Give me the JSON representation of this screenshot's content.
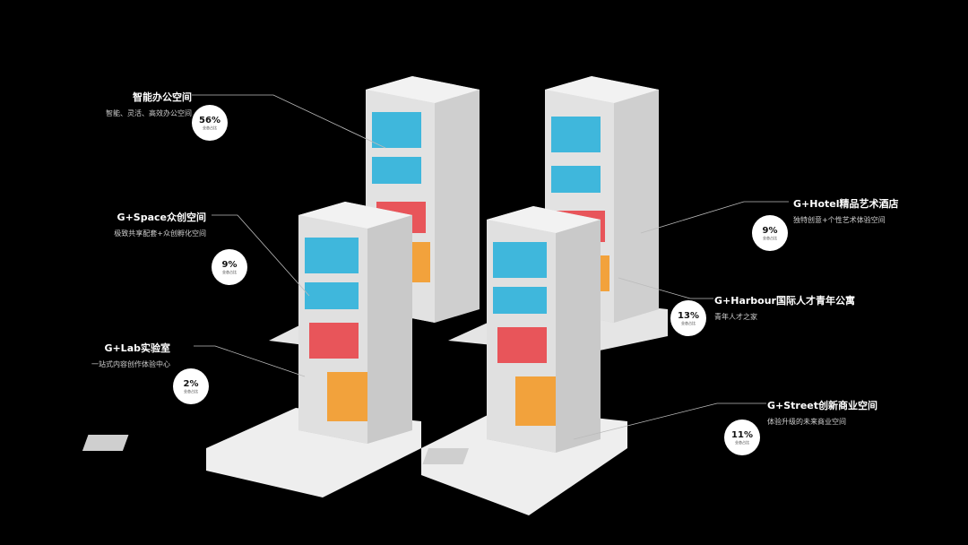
{
  "labels": [
    {
      "title": "智能办公空间",
      "sub": "智能、灵活、高效办公空间",
      "pct": "56%",
      "cap": "业态占比"
    },
    {
      "title": "G+Space众创空间",
      "sub": "极致共享配套+众创孵化空间",
      "pct": "9%",
      "cap": "业态占比"
    },
    {
      "title": "G+Lab实验室",
      "sub": "一站式内容创作体验中心",
      "pct": "2%",
      "cap": "业态占比"
    },
    {
      "title": "G+Hotel精品艺术酒店",
      "sub": "独特创意+个性艺术体验空间",
      "pct": "9%",
      "cap": "业态占比"
    },
    {
      "title": "G+Harbour国际人才青年公寓",
      "sub": "青年人才之家",
      "pct": "13%",
      "cap": "业态占比"
    },
    {
      "title": "G+Street创新商业空间",
      "sub": "体验升级的未来商业空间",
      "pct": "11%",
      "cap": "业态占比"
    }
  ],
  "colors": {
    "office": "#3fb7dc",
    "amenity": "#e8555a",
    "commercial": "#f2a23c",
    "facade": "#d8d8d8",
    "ground": "#efefef"
  }
}
